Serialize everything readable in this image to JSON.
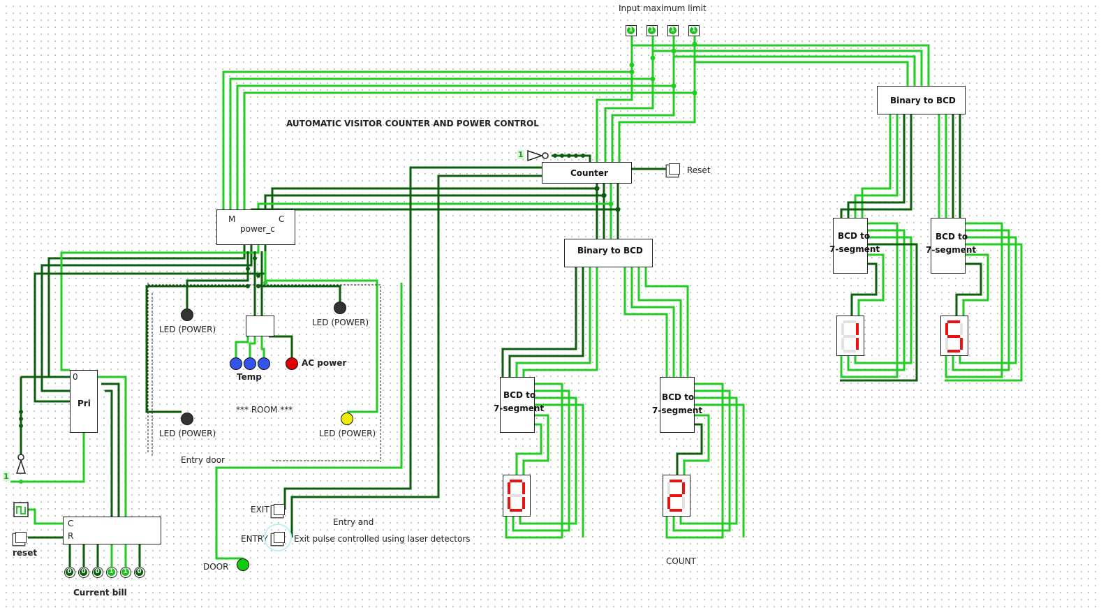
{
  "title": "AUTOMATIC VISITOR COUNTER AND POWER CONTROL",
  "input_limit_label": "Input maximum limit",
  "input_limit_bits": [
    "1",
    "1",
    "1",
    "1"
  ],
  "counter_label": "Counter",
  "reset_label": "Reset",
  "const_one": "1",
  "binary_to_bcd_label": "Binary to BCD",
  "bcd_to_7seg_line1": "BCD to",
  "bcd_to_7seg_line2": "7-segment",
  "count_label": "COUNT",
  "count_digits": [
    "0",
    "2"
  ],
  "limit_digits": [
    "1",
    "5"
  ],
  "power_c_label": "power_c",
  "power_pin_m": "M",
  "power_pin_c": "C",
  "led_power_label": "LED (POWER)",
  "temp_label": "Temp",
  "ac_power_label": "AC power",
  "room_label": "*** ROOM ***",
  "entry_door_label": "Entry door",
  "exit_label": "EXIT",
  "entry_label": "ENTRY",
  "entry_exit_note_line1": "Entry and",
  "entry_exit_note_line2": "Exit pulse controlled using laser detectors",
  "door_label": "DOOR",
  "pri_label": "Pri",
  "pri_pin_0": "0",
  "bill_pin_c": "C",
  "bill_pin_r": "R",
  "reset_small_label": "reset",
  "current_bill_label": "Current bill",
  "current_bill_bits": [
    "0",
    "0",
    "0",
    "1",
    "1",
    "0"
  ],
  "colors": {
    "wire_on": "#22cc22",
    "wire_off": "#0b5e0b",
    "led_off": "#333333",
    "led_red": "#e00000",
    "led_blue": "#3355ee",
    "led_yellow": "#eeee00",
    "led_green": "#11cc11",
    "segment_on": "#ee1111"
  }
}
